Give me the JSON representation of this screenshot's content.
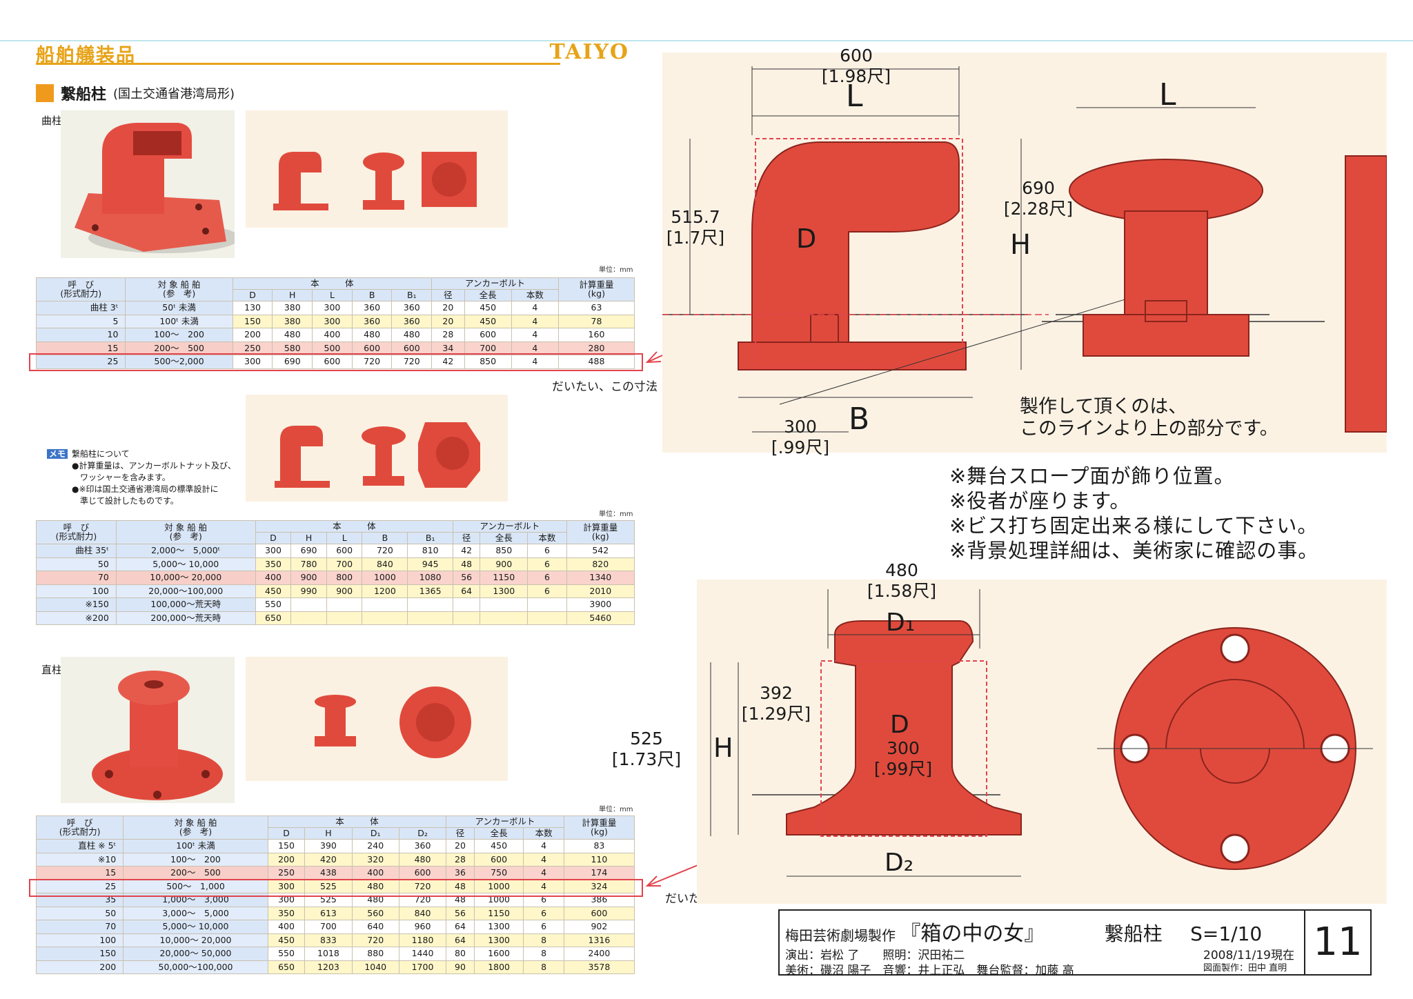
{
  "catalog": {
    "header": "船舶艤装品",
    "logo": "TAIYO",
    "section_title": "繋船柱",
    "section_sub": "(国土交通省港湾局形)"
  },
  "types": {
    "bent": "曲柱形",
    "straight": "直柱形"
  },
  "unit": "単位：mm",
  "memo": {
    "badge": "メモ",
    "title": "繋船柱について",
    "lines": [
      "●計算重量は、アンカーボルトナット及び、",
      "　ワッシャーを含みます。",
      "●※印は国土交通省港湾局の標準設計に",
      "　準じて設計したものです。"
    ]
  },
  "table1": {
    "headers": {
      "name": "呼　び\n(形式耐力)",
      "ship": "対 象 船 舶\n(参　考)",
      "body": "本　　　体",
      "bolt": "アンカーボルト",
      "weight": "計算重量\n(kg)",
      "cols": [
        "D",
        "H",
        "L",
        "B",
        "B₁",
        "径",
        "全長",
        "本数"
      ]
    },
    "rows": [
      [
        "曲柱 3ᵗ",
        "50ᵗ 未満",
        "130",
        "380",
        "300",
        "360",
        "360",
        "20",
        "450",
        "4",
        "63"
      ],
      [
        "5",
        "100ᵗ 未満",
        "150",
        "380",
        "300",
        "360",
        "360",
        "20",
        "450",
        "4",
        "78"
      ],
      [
        "10",
        "100〜　200",
        "200",
        "480",
        "400",
        "480",
        "480",
        "28",
        "600",
        "4",
        "160"
      ],
      [
        "15",
        "200〜　500",
        "250",
        "580",
        "500",
        "600",
        "600",
        "34",
        "700",
        "4",
        "280"
      ],
      [
        "25",
        "500〜2,000",
        "300",
        "690",
        "600",
        "720",
        "720",
        "42",
        "850",
        "4",
        "488"
      ]
    ]
  },
  "table2": {
    "headers": {
      "name": "呼　び\n(形式耐力)",
      "ship": "対 象 船 舶\n(参　考)",
      "body": "本　　　体",
      "bolt": "アンカーボルト",
      "weight": "計算重量\n(kg)",
      "cols": [
        "D",
        "H",
        "L",
        "B",
        "B₁",
        "径",
        "全長",
        "本数"
      ]
    },
    "rows": [
      [
        "曲柱 35ᵗ",
        "2,000〜　5,000ᵗ",
        "300",
        "690",
        "600",
        "720",
        "810",
        "42",
        "850",
        "6",
        "542"
      ],
      [
        "50",
        "5,000〜 10,000",
        "350",
        "780",
        "700",
        "840",
        "945",
        "48",
        "900",
        "6",
        "820"
      ],
      [
        "70",
        "10,000〜 20,000",
        "400",
        "900",
        "800",
        "1000",
        "1080",
        "56",
        "1150",
        "6",
        "1340"
      ],
      [
        "100",
        "20,000〜100,000",
        "450",
        "990",
        "900",
        "1200",
        "1365",
        "64",
        "1300",
        "6",
        "2010"
      ],
      [
        "※150",
        "100,000〜荒天時",
        "550",
        "",
        "",
        "",
        "",
        "",
        "",
        "",
        "3900"
      ],
      [
        "※200",
        "200,000〜荒天時",
        "650",
        "",
        "",
        "",
        "",
        "",
        "",
        "",
        "5460"
      ]
    ]
  },
  "table3": {
    "headers": {
      "name": "呼　び\n(形式耐力)",
      "ship": "対 象 船 舶\n(参　考)",
      "body": "本　　　体",
      "bolt": "アンカーボルト",
      "weight": "計算重量\n(kg)",
      "cols": [
        "D",
        "H",
        "D₁",
        "D₂",
        "径",
        "全長",
        "本数"
      ]
    },
    "rows": [
      [
        "直柱 ※ 5ᵗ",
        "100ᵗ 未満",
        "150",
        "390",
        "240",
        "360",
        "20",
        "450",
        "4",
        "83"
      ],
      [
        "※10",
        "100〜　200",
        "200",
        "420",
        "320",
        "480",
        "28",
        "600",
        "4",
        "110"
      ],
      [
        "15",
        "200〜　500",
        "250",
        "438",
        "400",
        "600",
        "36",
        "750",
        "4",
        "174"
      ],
      [
        "25",
        "500〜　1,000",
        "300",
        "525",
        "480",
        "720",
        "48",
        "1000",
        "4",
        "324"
      ],
      [
        "35",
        "1,000〜　3,000",
        "300",
        "525",
        "480",
        "720",
        "48",
        "1000",
        "6",
        "386"
      ],
      [
        "50",
        "3,000〜　5,000",
        "350",
        "613",
        "560",
        "840",
        "56",
        "1150",
        "6",
        "600"
      ],
      [
        "70",
        "5,000〜 10,000",
        "400",
        "700",
        "640",
        "960",
        "64",
        "1300",
        "6",
        "902"
      ],
      [
        "100",
        "10,000〜 20,000",
        "450",
        "833",
        "720",
        "1180",
        "64",
        "1300",
        "8",
        "1316"
      ],
      [
        "150",
        "20,000〜 50,000",
        "550",
        "1018",
        "880",
        "1440",
        "80",
        "1600",
        "8",
        "2400"
      ],
      [
        "200",
        "50,000〜100,000",
        "650",
        "1203",
        "1040",
        "1700",
        "90",
        "1800",
        "8",
        "3578"
      ]
    ]
  },
  "annot": {
    "approx1": "だいたい、この寸法",
    "approx2": "だいたい、この寸法"
  },
  "drawing1": {
    "w": "600",
    "w_shaku": "[1.98尺]",
    "L": "L",
    "h1": "515.7",
    "h1_shaku": "[1.7尺]",
    "h2": "690",
    "h2_shaku": "[2.28尺]",
    "H": "H",
    "D": "D",
    "B": "B",
    "d": "300",
    "d_shaku": "[.99尺]",
    "L2": "L",
    "note1": "製作して頂くのは、",
    "note2": "このラインより上の部分です。"
  },
  "remarks": [
    "※舞台スロープ面が飾り位置。",
    "※役者が座ります。",
    "※ビス打ち固定出来る様にして下さい。",
    "※背景処理詳細は、美術家に確認の事。"
  ],
  "drawing2": {
    "w": "480",
    "w_shaku": "[1.58尺]",
    "D1": "D₁",
    "h1": "525",
    "h1_shaku": "[1.73尺]",
    "H": "H",
    "h2": "392",
    "h2_shaku": "[1.29尺]",
    "D": "D",
    "d": "300",
    "d_shaku": "[.99尺]",
    "D2": "D₂"
  },
  "title_block": {
    "producer": "梅田芸術劇場製作",
    "play": "『箱の中の女』",
    "drawing": "繋船柱",
    "scale": "S=1/10",
    "row2": "演出：岩松 了　　照明：沢田祐二",
    "date": "2008/11/19現在",
    "row3": "美術：磯沼 陽子　音響：井上正弘　舞台監督：加藤 高",
    "drafter": "図面製作：田中 直明",
    "page": "11"
  },
  "colors": {
    "accent": "#e7a317",
    "bollard": "#e04a3c",
    "highlight": "#e2434b"
  }
}
